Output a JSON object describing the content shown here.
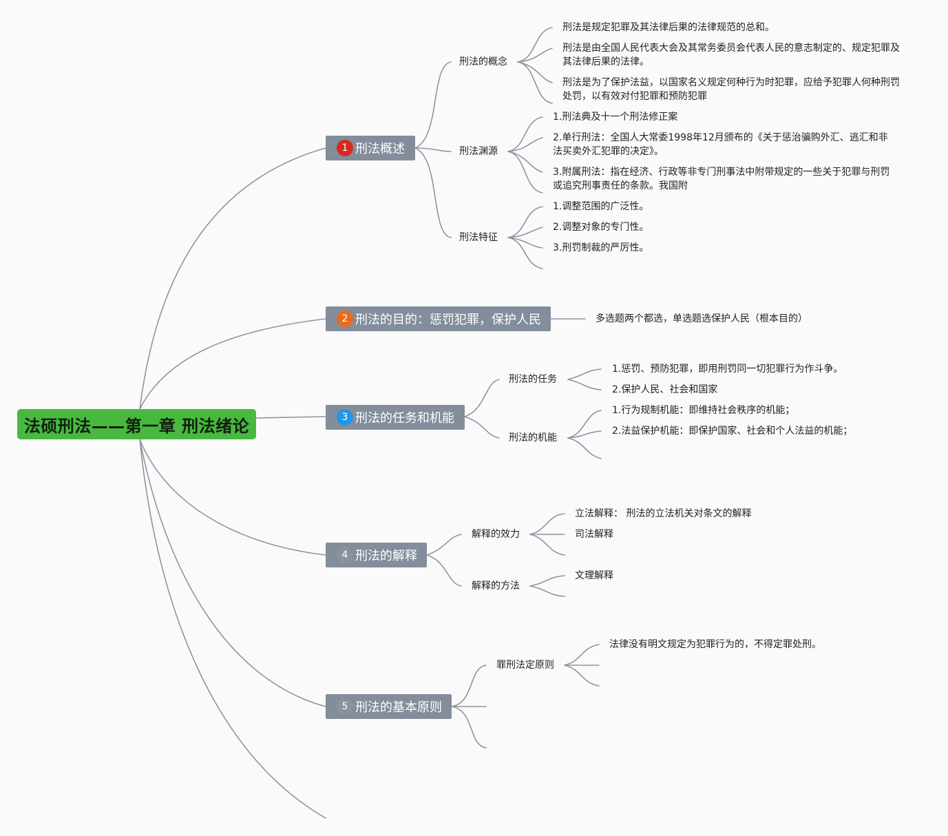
{
  "root": {
    "title": "法硕刑法——第一章 刑法绪论"
  },
  "topics": [
    {
      "badge": "1",
      "badge_color": "#d8291f",
      "label": "刑法概述",
      "children": [
        {
          "label": "刑法的概念",
          "leaves": [
            "刑法是规定犯罪及其法律后果的法律规范的总和。",
            "刑法是由全国人民代表大会及其常务委员会代表人民的意志制定的、规定犯罪及其法律后果的法律。",
            "刑法是为了保护法益，以国家名义规定何种行为时犯罪，应给予犯罪人何种刑罚处罚，以有效对付犯罪和预防犯罪"
          ]
        },
        {
          "label": "刑法渊源",
          "leaves": [
            "1.刑法典及十一个刑法修正案",
            "2.单行刑法：全国人大常委1998年12月颁布的《关于惩治骗购外汇、逃汇和非法买卖外汇犯罪的决定》。",
            "3.附属刑法：指在经济、行政等非专门刑事法中附带规定的一些关于犯罪与刑罚或追究刑事责任的条款。我国附"
          ]
        },
        {
          "label": "刑法特征",
          "leaves": [
            "1.调整范围的广泛性。",
            "2.调整对象的专门性。",
            "3.刑罚制裁的严厉性。"
          ]
        }
      ]
    },
    {
      "badge": "2",
      "badge_color": "#e96a1e",
      "label": "刑法的目的：惩罚犯罪，保护人民",
      "note": "多选题两个都选，单选题选保护人民（根本目的）"
    },
    {
      "badge": "3",
      "badge_color": "#2396e8",
      "label": "刑法的任务和机能",
      "children": [
        {
          "label": "刑法的任务",
          "leaves": [
            "1.惩罚、预防犯罪，即用刑罚同一切犯罪行为作斗争。",
            "2.保护人民、社会和国家"
          ]
        },
        {
          "label": "刑法的机能",
          "leaves": [
            "1.行为规制机能：即维持社会秩序的机能；",
            "2.法益保护机能：即保护国家、社会和个人法益的机能；"
          ]
        }
      ]
    },
    {
      "badge": "4",
      "badge_color": "#8c939d",
      "label": "刑法的解释",
      "children": [
        {
          "label": "解释的效力",
          "leaves": [
            "立法解释： 刑法的立法机关对条文的解释",
            "司法解释"
          ]
        },
        {
          "label": "解释的方法",
          "leaves": [
            "文理解释"
          ]
        }
      ]
    },
    {
      "badge": "5",
      "badge_color": "#8c939d",
      "label": "刑法的基本原则",
      "children": [
        {
          "label": "罪刑法定原则",
          "leaves": [
            "法律没有明文规定为犯罪行为的，不得定罪处刑。"
          ]
        }
      ]
    }
  ],
  "colors": {
    "root_bg": "#49b840",
    "main_bg": "#838d9b",
    "line": "#8d95a1",
    "background": "#fafafb"
  }
}
